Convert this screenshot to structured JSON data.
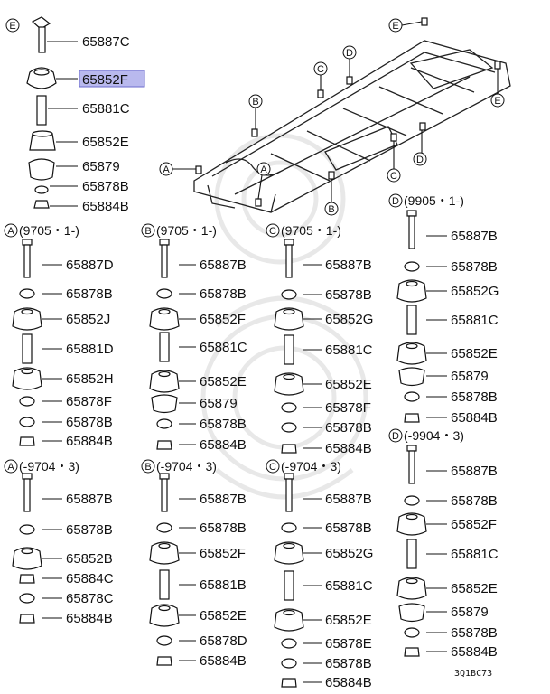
{
  "diagram_code": "3Q1BC73",
  "highlight_color": "#b9b9ee",
  "frame_callouts": [
    "E",
    "C",
    "D",
    "B",
    "E",
    "A",
    "A",
    "C",
    "D",
    "B"
  ],
  "groups": [
    {
      "key": "top-e",
      "letter": "E",
      "range": "",
      "parts": [
        "65887C",
        "65852F",
        "65881C",
        "65852E",
        "65879",
        "65878B",
        "65884B"
      ]
    },
    {
      "key": "a-new",
      "letter": "A",
      "range": "(9705・1-)",
      "parts": [
        "65887D",
        "65878B",
        "65852J",
        "65881D",
        "65852H",
        "65878F",
        "65878B",
        "65884B"
      ]
    },
    {
      "key": "b-new",
      "letter": "B",
      "range": "(9705・1-)",
      "parts": [
        "65887B",
        "65878B",
        "65852F",
        "65881C",
        "65852E",
        "65879",
        "65878B",
        "65884B"
      ]
    },
    {
      "key": "c-new",
      "letter": "C",
      "range": "(9705・1-)",
      "parts": [
        "65887B",
        "65878B",
        "65852G",
        "65881C",
        "65852E",
        "65878F",
        "65878B",
        "65884B"
      ]
    },
    {
      "key": "d-new",
      "letter": "D",
      "range": "(9905・1-)",
      "parts": [
        "65887B",
        "65878B",
        "65852G",
        "65881C",
        "65852E",
        "65879",
        "65878B",
        "65884B"
      ]
    },
    {
      "key": "a-old",
      "letter": "A",
      "range": "(-9704・3)",
      "parts": [
        "65887B",
        "65878B",
        "65852B",
        "65884C",
        "65878C",
        "65884B"
      ]
    },
    {
      "key": "b-old",
      "letter": "B",
      "range": "(-9704・3)",
      "parts": [
        "65887B",
        "65878B",
        "65852F",
        "65881B",
        "65852E",
        "65878D",
        "65884B"
      ]
    },
    {
      "key": "c-old",
      "letter": "C",
      "range": "(-9704・3)",
      "parts": [
        "65887B",
        "65878B",
        "65852G",
        "65881C",
        "65852E",
        "65878E",
        "65878B",
        "65884B"
      ]
    },
    {
      "key": "d-old",
      "letter": "D",
      "range": "(-9904・3)",
      "parts": [
        "65887B",
        "65878B",
        "65852F",
        "65881C",
        "65852E",
        "65879",
        "65878B",
        "65884B"
      ]
    }
  ]
}
